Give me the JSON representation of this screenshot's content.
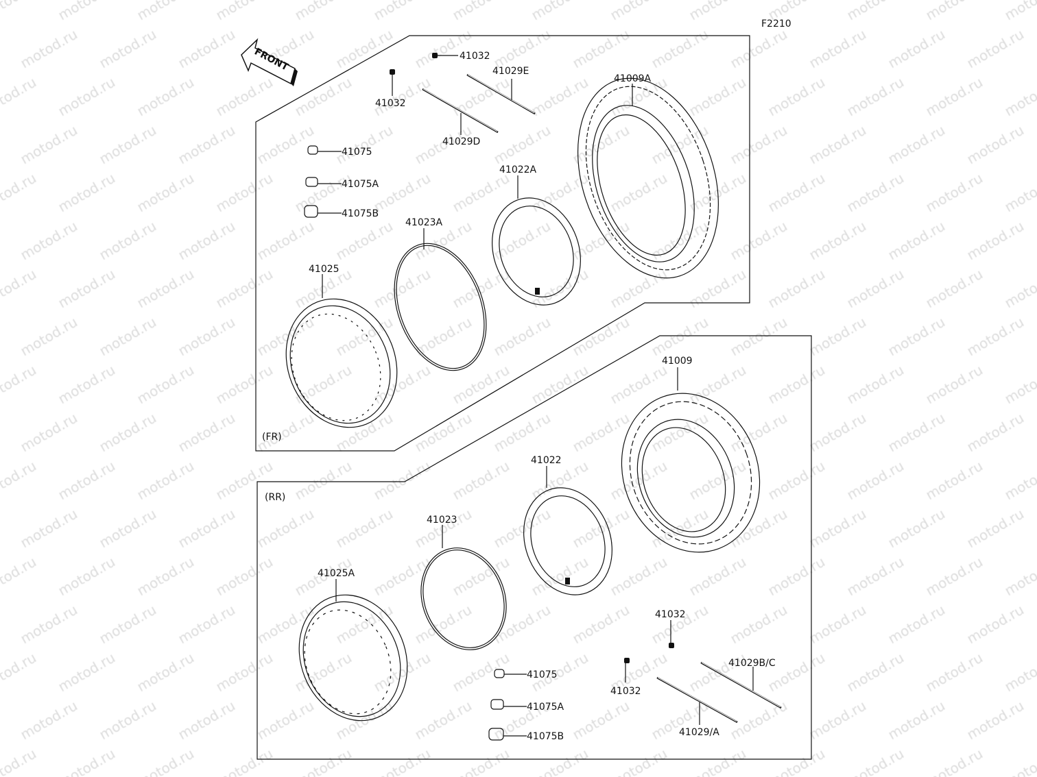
{
  "diagram_code": "F2210",
  "front_arrow_label": "FRONT",
  "watermark": "motod.ru",
  "front_section": {
    "tag": "(FR)",
    "labels": {
      "valve_cap_top": "41032",
      "valve_cap_left": "41032",
      "spoke_e": "41029E",
      "spoke_d": "41029D",
      "tire": "41009A",
      "weight": "41075",
      "weight_a": "41075A",
      "weight_b": "41075B",
      "tube": "41022A",
      "rim_band": "41023A",
      "rim": "41025"
    }
  },
  "rear_section": {
    "tag": "(RR)",
    "labels": {
      "tire": "41009",
      "tube": "41022",
      "rim_band": "41023",
      "rim": "41025A",
      "valve_cap_top": "41032",
      "valve_cap_bottom": "41032",
      "spoke_bc": "41029B/C",
      "spoke_a": "41029/A",
      "weight": "41075",
      "weight_a": "41075A",
      "weight_b": "41075B"
    }
  }
}
